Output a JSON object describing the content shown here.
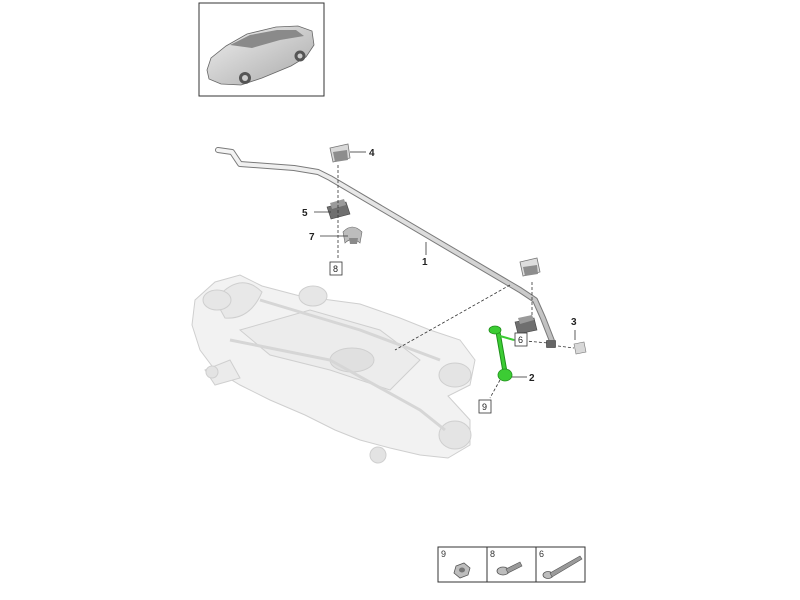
{
  "callouts": [
    {
      "id": "1",
      "text": "1"
    },
    {
      "id": "2",
      "text": "2"
    },
    {
      "id": "3",
      "text": "3"
    },
    {
      "id": "4",
      "text": "4"
    },
    {
      "id": "5",
      "text": "5"
    },
    {
      "id": "7",
      "text": "7"
    }
  ],
  "boxed_refs": [
    {
      "id": "8",
      "text": "8"
    },
    {
      "id": "6",
      "text": "6"
    },
    {
      "id": "9",
      "text": "9"
    }
  ],
  "legend": [
    {
      "text": "9",
      "part": "nut"
    },
    {
      "text": "8",
      "part": "flange bolt"
    },
    {
      "text": "6",
      "part": "long bolt"
    }
  ],
  "colors": {
    "highlight": "#3ccc34",
    "line": "#444444",
    "ghost": "#d8d8d8"
  }
}
